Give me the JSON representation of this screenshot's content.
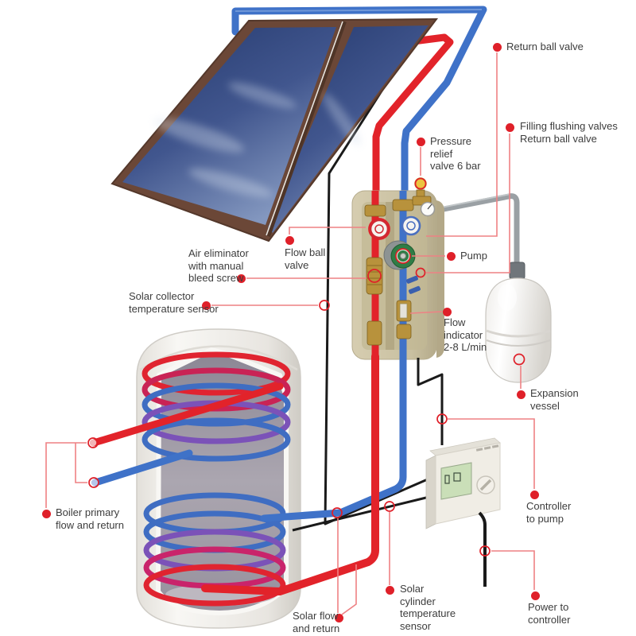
{
  "diagram_title": "Solar thermal heating system diagram",
  "colors": {
    "pipe_red": "#e2232a",
    "pipe_blue": "#3f72c8",
    "pipe_gray": "#9aa0a4",
    "wire_black": "#1a1a1a",
    "label_accent_red": "#df2029",
    "panel_frame_brown": "#6b4737",
    "station_beige": "#cdc4a4",
    "pump_green": "#2f7d46",
    "relief_valve_yellow": "#ecc43f"
  },
  "labels": {
    "return_ball_valve": {
      "text": "Return ball valve"
    },
    "filling_flushing": {
      "text": "Filling flushing valves\nReturn ball valve"
    },
    "pressure_relief": {
      "text": "Pressure\nrelief\nvalve 6 bar"
    },
    "flow_ball_valve": {
      "text": "Flow ball\nvalve"
    },
    "air_eliminator": {
      "text": "Air eliminator\nwith manual\nbleed screw"
    },
    "collector_sensor": {
      "text": "Solar collector\ntemperature sensor"
    },
    "pump": {
      "text": "Pump"
    },
    "flow_indicator": {
      "text": "Flow\nindicator\n2-8 L/min"
    },
    "expansion_vessel": {
      "text": "Expansion\nvessel"
    },
    "controller_to_pump": {
      "text": "Controller\nto pump"
    },
    "power_to_controller": {
      "text": "Power to\ncontroller"
    },
    "boiler_primary": {
      "text": "Boiler primary\nflow and return"
    },
    "solar_flow_return": {
      "text": "Solar flow\nand return"
    },
    "cylinder_sensor": {
      "text": "Solar\ncylinder\ntemperature\nsensor"
    }
  }
}
